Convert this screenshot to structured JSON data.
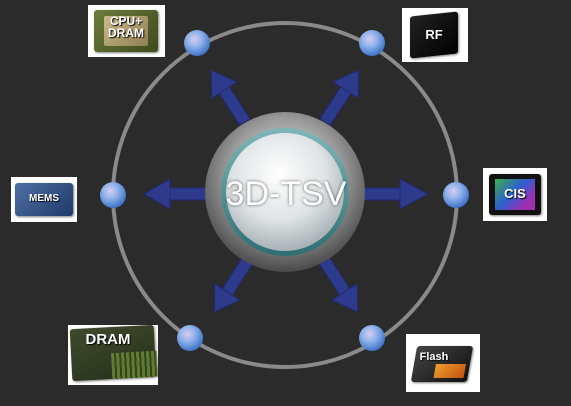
{
  "center": {
    "label": "3D-TSV"
  },
  "chips": {
    "cpu_dram": "CPU+\nDRAM",
    "rf": "RF",
    "mems": "MEMS",
    "cis": "CIS",
    "dram": "DRAM",
    "flash": "Flash"
  },
  "colors": {
    "background": "#2b2b2b",
    "ring": "#8a8a8a",
    "arrow": "#2e3a8c",
    "node": "#6aa6e8"
  }
}
